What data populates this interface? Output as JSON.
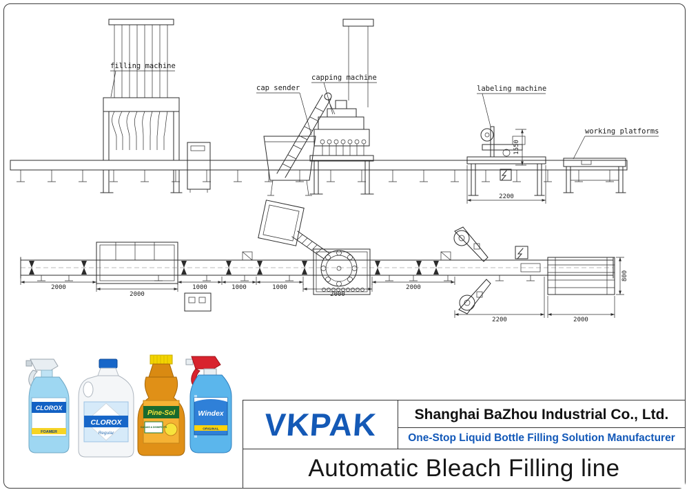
{
  "drawing": {
    "labels": {
      "filling": "filling machine",
      "cap_sender": "cap sender",
      "capping": "capping machine",
      "labeling": "labeling machine",
      "platforms": "working platforms"
    },
    "dims": {
      "labeler_height": "1550",
      "labeler_length": "2200",
      "plan_conveyor_1": "2000",
      "plan_filler": "2000",
      "plan_gap_1": "1000",
      "plan_gap_2": "1000",
      "plan_gap_3": "1000",
      "plan_capper": "2000",
      "plan_conveyor_2": "2000",
      "plan_labeler": "2200",
      "plan_platform": "2000",
      "plan_platform_width": "800"
    }
  },
  "products": [
    {
      "name": "clorox spray bottle",
      "brand": "CLOROX",
      "sub": "FOAMER"
    },
    {
      "name": "clorox bleach jug",
      "brand": "CLOROX",
      "sub": "Regular"
    },
    {
      "name": "pine-sol bottle",
      "brand": "Pine-Sol",
      "sub": "CLEANS & DISINFECTS"
    },
    {
      "name": "windex spray bottle",
      "brand": "Windex",
      "sub": "ORIGINAL"
    }
  ],
  "footer": {
    "logo": "VKPAK",
    "company": "Shanghai BaZhou Industrial Co., Ltd.",
    "tagline": "One-Stop Liquid Bottle Filling Solution Manufacturer",
    "title": "Automatic Bleach Filling line"
  }
}
